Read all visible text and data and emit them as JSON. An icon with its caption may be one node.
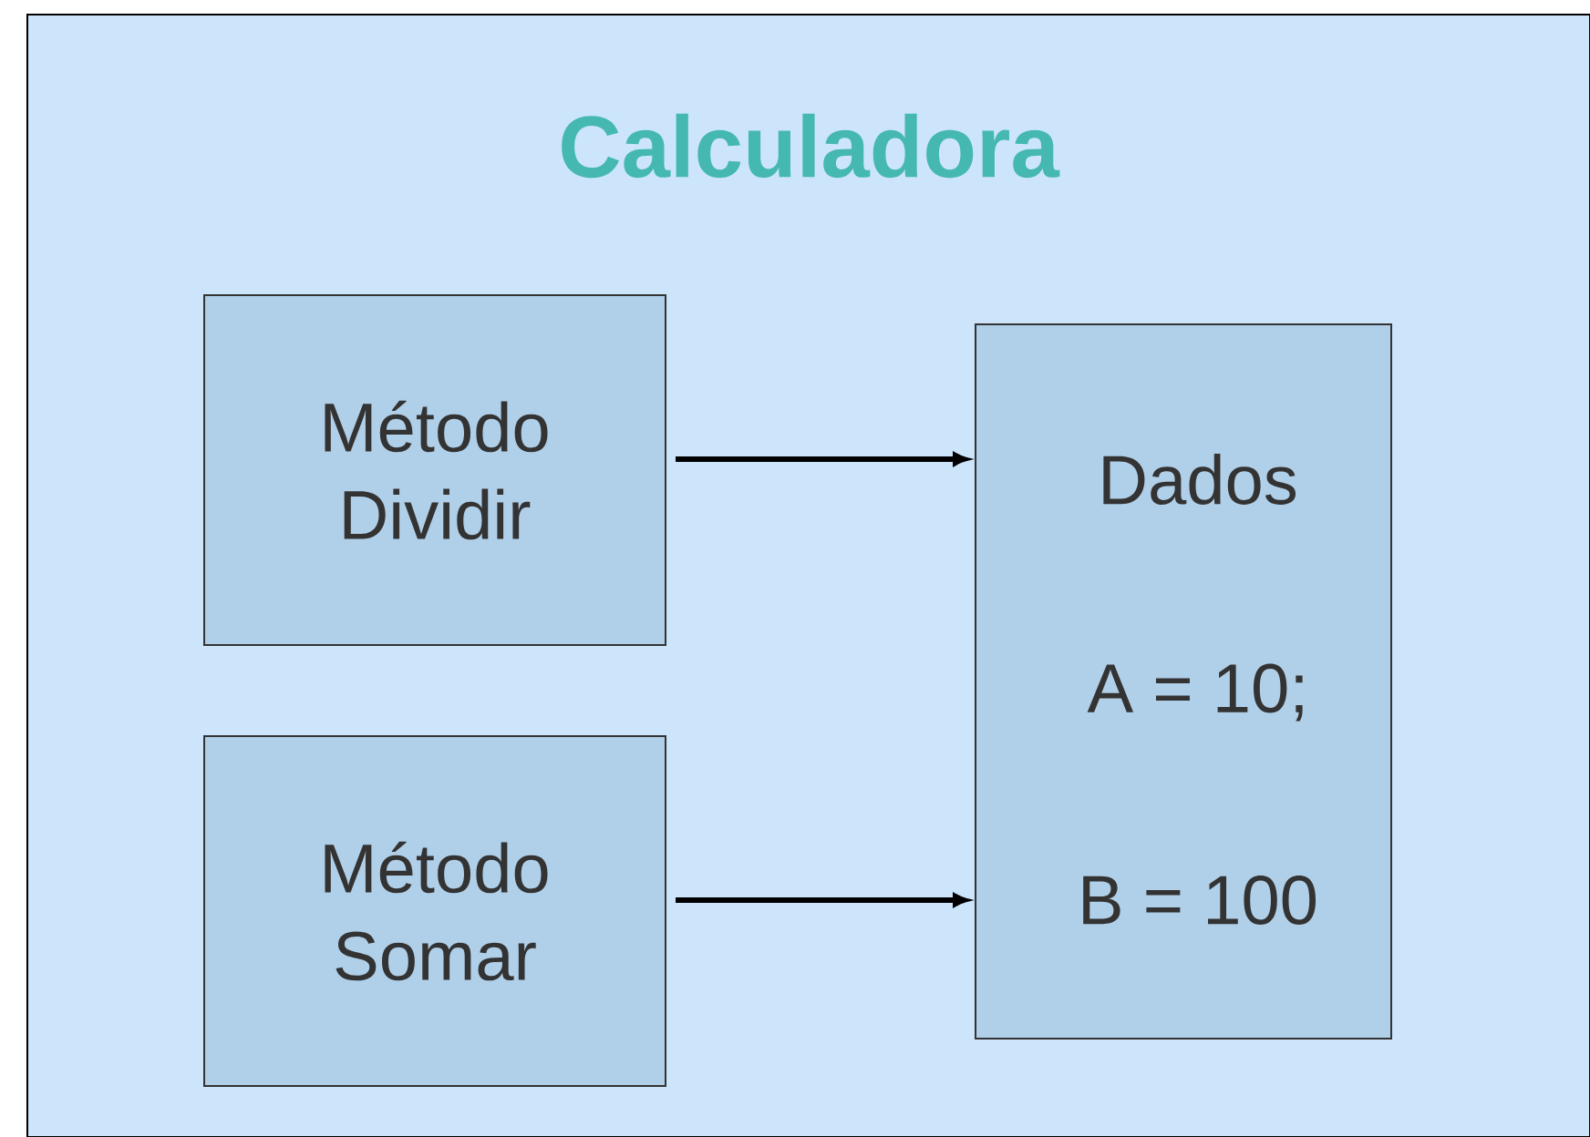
{
  "diagram": {
    "nodes": [
      {
        "text": [
          "Calculadora"
        ]
      },
      {
        "text": [
          "Método Dividir"
        ],
        "in": 0
      },
      {
        "text": [
          "Método Somar"
        ],
        "in": 0
      },
      {
        "text": [
          "Dados",
          "A = 10;",
          "B = 100"
        ],
        "in": 0
      }
    ],
    "edges": [
      {
        "from": 1,
        "to": 3,
        "arrow": "to"
      },
      {
        "from": 2,
        "to": 3,
        "arrow": "to"
      }
    ]
  }
}
